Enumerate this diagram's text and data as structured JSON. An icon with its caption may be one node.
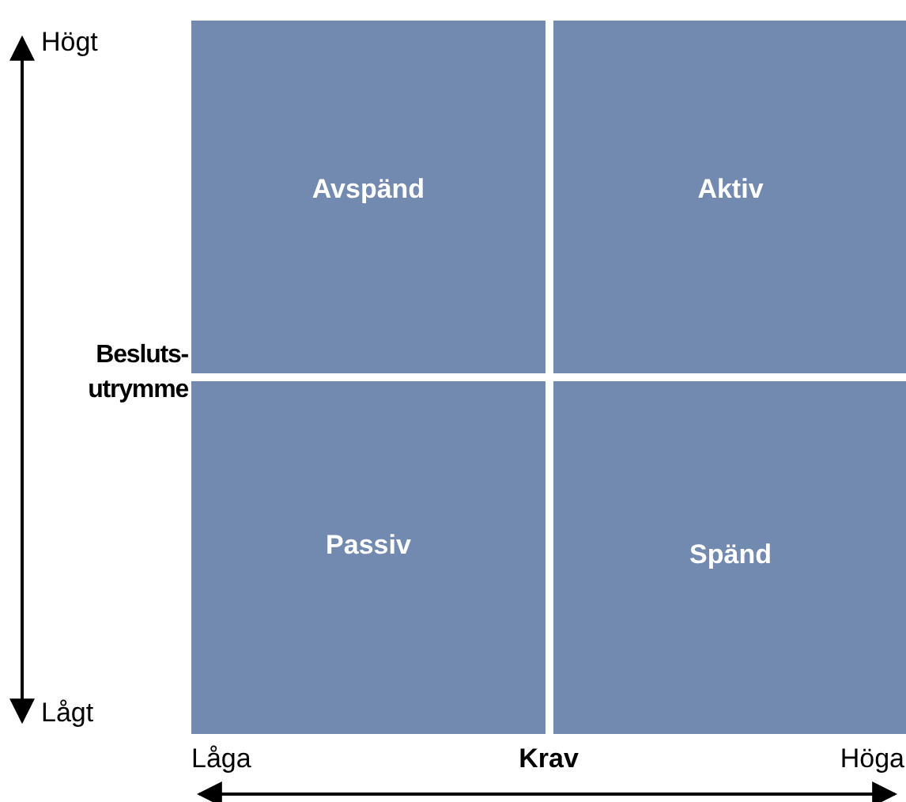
{
  "diagram": {
    "nodes": [
      {
        "text": [
          "Avspänd"
        ]
      },
      {
        "text": [
          "Aktiv"
        ]
      },
      {
        "text": [
          "Passiv"
        ]
      },
      {
        "text": [
          "Spänd"
        ]
      }
    ],
    "labels": [
      "Högt",
      "Besluts- utrymme",
      "Lågt",
      "Låga",
      "Krav",
      "Höga"
    ]
  }
}
